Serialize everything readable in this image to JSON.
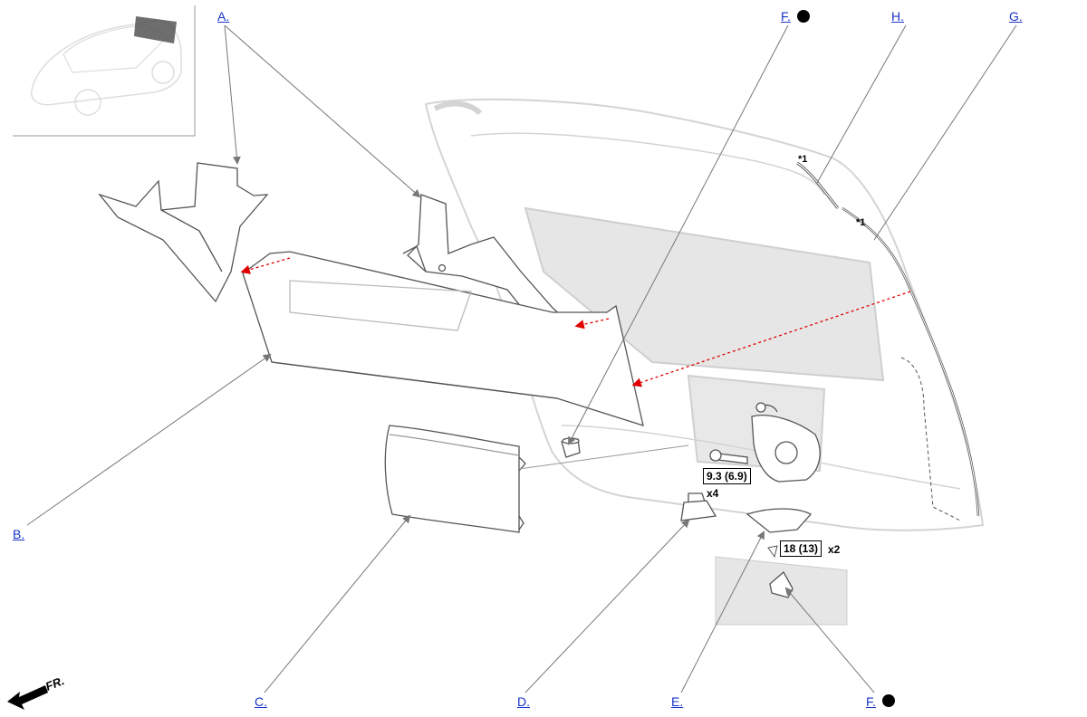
{
  "labels": {
    "A": "A.",
    "B": "B.",
    "C": "C.",
    "D": "D.",
    "E": "E.",
    "F_top": "F.",
    "F_bottom": "F.",
    "G": "G.",
    "H": "H."
  },
  "torque": {
    "latch_bolt": "9.3 (6.9)",
    "latch_bolt_qty": "x4",
    "striker_bolt": "18 (13)",
    "striker_bolt_qty": "x2"
  },
  "notes": {
    "star1_a": "*1",
    "star1_b": "*1"
  },
  "direction": "FR.",
  "icons": {
    "front_arrow": "front-direction-arrow-icon",
    "filled_circle": "filled-circle-icon"
  },
  "colors": {
    "callout_link": "#1a33cc",
    "leader_line": "#888888",
    "part_outline": "#555555",
    "ghost_vehicle": "#d4d4d4",
    "removal_arrow": "#e00000"
  }
}
